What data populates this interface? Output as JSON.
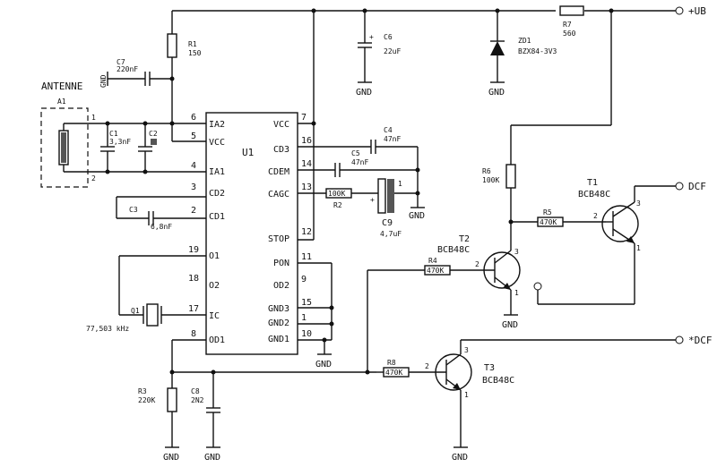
{
  "nets": {
    "ub": "+UB",
    "dcf": "DCF",
    "ndcf": "*DCF",
    "gnd": "GND"
  },
  "antenna": {
    "label": "ANTENNE",
    "ref": "A1",
    "pin1": "1",
    "pin2": "2"
  },
  "u1": {
    "ref": "U1",
    "left_pins": [
      {
        "num": "6",
        "name": "IA2"
      },
      {
        "num": "5",
        "name": "VCC"
      },
      {
        "num": "4",
        "name": "IA1"
      },
      {
        "num": "3",
        "name": "CD2"
      },
      {
        "num": "2",
        "name": "CD1"
      },
      {
        "num": "19",
        "name": "O1"
      },
      {
        "num": "18",
        "name": "O2"
      },
      {
        "num": "17",
        "name": "IC"
      },
      {
        "num": "8",
        "name": "OD1"
      }
    ],
    "right_pins": [
      {
        "num": "7",
        "name": "VCC"
      },
      {
        "num": "16",
        "name": "CD3"
      },
      {
        "num": "14",
        "name": "CDEM"
      },
      {
        "num": "13",
        "name": "CAGC"
      },
      {
        "num": "12",
        "name": "STOP"
      },
      {
        "num": "11",
        "name": "PON"
      },
      {
        "num": "9",
        "name": "OD2"
      },
      {
        "num": "15",
        "name": "GND3"
      },
      {
        "num": "1",
        "name": "GND2"
      },
      {
        "num": "10",
        "name": "GND1"
      }
    ]
  },
  "components": {
    "r1": {
      "ref": "R1",
      "value": "150"
    },
    "c7": {
      "ref": "C7",
      "value": "220nF"
    },
    "c1": {
      "ref": "C1",
      "value": "3,3nF"
    },
    "c2": {
      "ref": "C2",
      "value": ""
    },
    "c3": {
      "ref": "C3",
      "value": "6,8nF"
    },
    "q1": {
      "ref": "Q1",
      "value": "77,503 kHz"
    },
    "r3": {
      "ref": "R3",
      "value": "220K"
    },
    "c8": {
      "ref": "C8",
      "value": "2N2"
    },
    "c4": {
      "ref": "C4",
      "value": "47nF"
    },
    "c5": {
      "ref": "C5",
      "value": "47nF"
    },
    "r2": {
      "ref": "R2",
      "value": "100K"
    },
    "c9": {
      "ref": "C9",
      "value": "4,7uF"
    },
    "c6": {
      "ref": "C6",
      "value": "22uF"
    },
    "zd1": {
      "ref": "ZD1",
      "value": "BZX84-3V3"
    },
    "r7": {
      "ref": "R7",
      "value": "560"
    },
    "r6": {
      "ref": "R6",
      "value": "100K"
    },
    "r5": {
      "ref": "R5",
      "value": "470K"
    },
    "r4": {
      "ref": "R4",
      "value": "470K"
    },
    "r8": {
      "ref": "R8",
      "value": "470K"
    },
    "t1": {
      "ref": "T1",
      "value": "BCB48C"
    },
    "t2": {
      "ref": "T2",
      "value": "BCB48C"
    },
    "t3": {
      "ref": "T3",
      "value": "BCB48C"
    }
  },
  "transistor_pins": {
    "b": "2",
    "c": "3",
    "e": "1"
  },
  "cap_pins": {
    "plus": "+",
    "one": "1"
  }
}
